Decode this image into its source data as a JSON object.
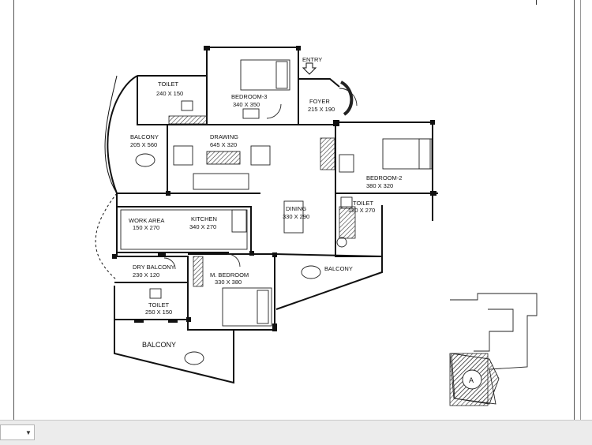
{
  "plan": {
    "entry": "ENTRY",
    "rooms": [
      {
        "id": "toilet-top",
        "name": "TOILET",
        "size": "240 X 150"
      },
      {
        "id": "bedroom-3",
        "name": "BEDROOM-3",
        "size": "340 X 350"
      },
      {
        "id": "foyer",
        "name": "FOYER",
        "size": "215 X 190"
      },
      {
        "id": "balcony-left",
        "name": "BALCONY",
        "size": "205 X 560"
      },
      {
        "id": "drawing",
        "name": "DRAWING",
        "size": "645 X 320"
      },
      {
        "id": "bedroom-2",
        "name": "BEDROOM-2",
        "size": "380 X 320"
      },
      {
        "id": "toilet-right",
        "name": "TOILET",
        "size": "180 X 270"
      },
      {
        "id": "work-area",
        "name": "WORK AREA",
        "size": "150 X 270"
      },
      {
        "id": "kitchen",
        "name": "KITCHEN",
        "size": "340 X 270"
      },
      {
        "id": "dining",
        "name": "DINING",
        "size": "330 X 290"
      },
      {
        "id": "dry-balcony",
        "name": "DRY BALCONY",
        "size": "230 X 120"
      },
      {
        "id": "m-bedroom",
        "name": "M. BEDROOM",
        "size": "330 X 380"
      },
      {
        "id": "balcony-right",
        "name": "BALCONY",
        "size": ""
      },
      {
        "id": "toilet-bottom",
        "name": "TOILET",
        "size": "250 X 150"
      },
      {
        "id": "balcony-bottom",
        "name": "BALCONY",
        "size": ""
      }
    ],
    "key_plan_label": "A"
  },
  "colors": {
    "wall": "#111111",
    "hatch": "#444444",
    "page": "#ffffff",
    "bar": "#ececec"
  },
  "icons": [
    "entry-arrow-icon",
    "chevron-down-icon"
  ]
}
